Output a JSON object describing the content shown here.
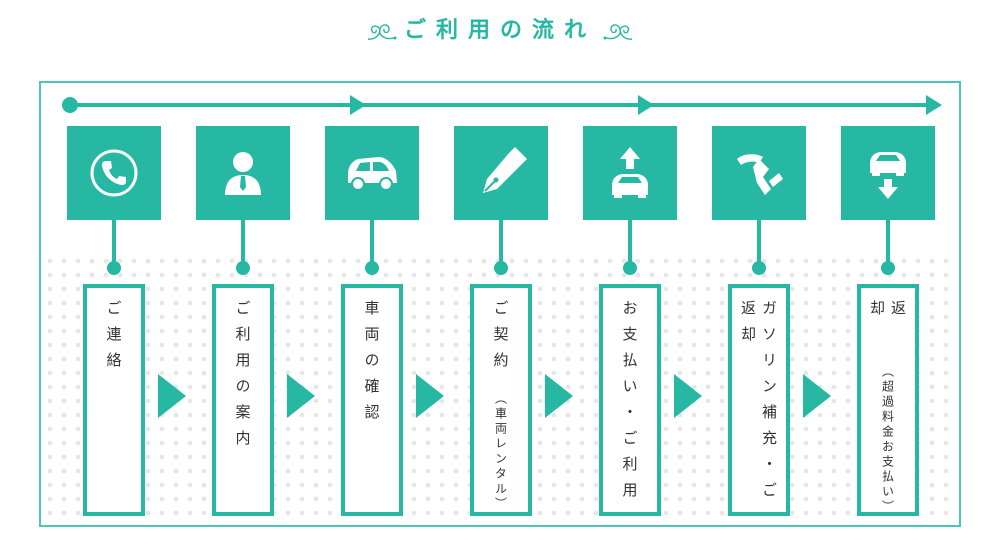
{
  "title": "ご利用の流れ",
  "colors": {
    "accent": "#26b8a3",
    "frame": "#4dc6b6",
    "dots": "#e6e6e6"
  },
  "steps": [
    {
      "icon": "phone-icon",
      "label": "ご連絡",
      "sub": ""
    },
    {
      "icon": "person-icon",
      "label": "ご利用の案内",
      "sub": ""
    },
    {
      "icon": "car-icon",
      "label": "車両の確認",
      "sub": ""
    },
    {
      "icon": "pen-icon",
      "label": "ご契約",
      "sub": "（車両レンタル）"
    },
    {
      "icon": "car-departure-icon",
      "label": "お支払い・ご利用",
      "sub": ""
    },
    {
      "icon": "fuel-nozzle-icon",
      "label": "ガソリン補充・ご返却",
      "sub": ""
    },
    {
      "icon": "car-return-icon",
      "label": "返却",
      "sub": "（超過料金お支払い）"
    }
  ]
}
